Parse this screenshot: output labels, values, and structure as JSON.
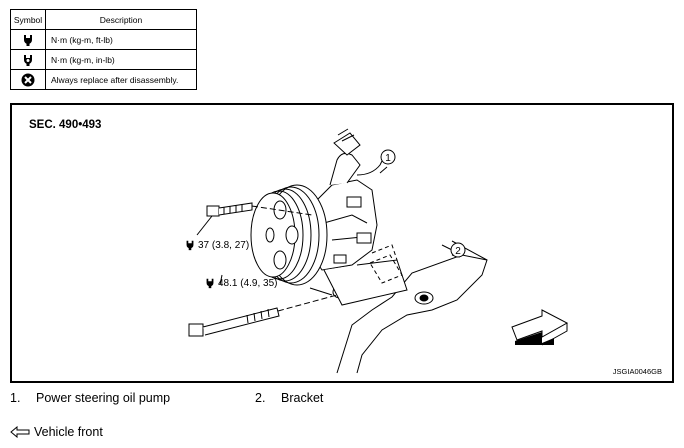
{
  "legend": {
    "header_symbol": "Symbol",
    "header_description": "Description",
    "rows": [
      {
        "icon": "torque-wrench-icon",
        "description": "N·m (kg-m, ft-lb)"
      },
      {
        "icon": "torque-wrench-small-icon",
        "description": "N·m (kg-m, in-lb)"
      },
      {
        "icon": "replace-part-icon",
        "description": "Always replace after disassembly."
      }
    ]
  },
  "diagram": {
    "section": "SEC. 490•493",
    "code": "JSGIA0046GB",
    "callouts": [
      "1",
      "2"
    ],
    "torque_upper": "37 (3.8, 27)",
    "torque_lower": "48.1 (4.9, 35)"
  },
  "parts": [
    {
      "number": "1.",
      "name": "Power steering oil pump"
    },
    {
      "number": "2.",
      "name": "Bracket"
    }
  ],
  "vehicle_front": "Vehicle front"
}
